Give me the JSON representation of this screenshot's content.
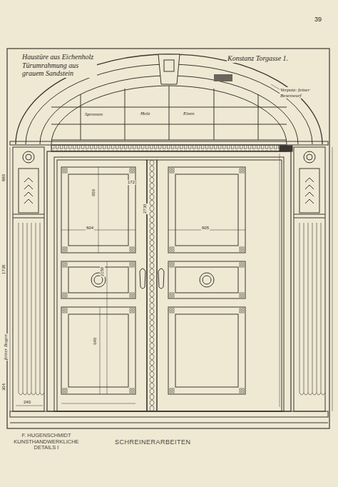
{
  "diagram": {
    "title": "Haustüre aus Eichenholz Türumrahmung aus grauem Sandstein",
    "caption": "SCHREINERARBEITEN",
    "labels": [
      "Konstanz Torgasse 1.",
      "39",
      "Sprossen",
      "Holz",
      "Eisen",
      "Verputz: feiner Besenwurf",
      "feiner Bogen",
      "604",
      "605",
      "650",
      "2150",
      "640",
      "172",
      "1738",
      "880",
      "304",
      "240",
      "2730",
      "F. HUGENSCHMIDT KUNSTHANDWERKLICHE DETAILS I"
    ]
  }
}
